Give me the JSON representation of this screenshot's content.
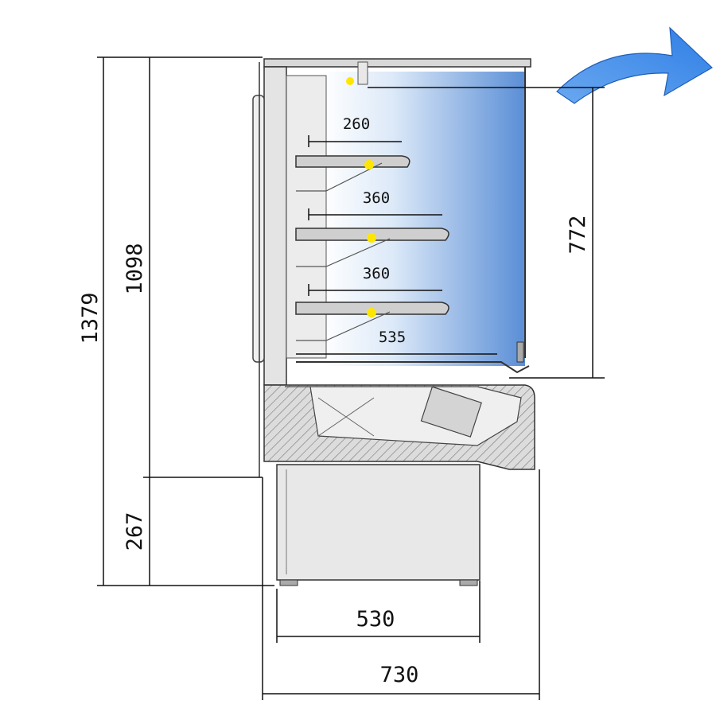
{
  "diagram": {
    "dimensions": {
      "total_height": "1379",
      "cabinet_height": "1098",
      "base_height": "267",
      "display_opening": "772",
      "base_width": "530",
      "total_width": "730",
      "top_shelf_depth": "260",
      "middle_shelf_depth": "360",
      "lower_shelf_depth": "360",
      "bottom_deck_depth": "535"
    },
    "colors": {
      "glass": "#5b8fd8",
      "arrow": "#3a86e6",
      "light": "#ffe600",
      "line": "#222222",
      "cabinet": "#e6e6e6"
    }
  }
}
